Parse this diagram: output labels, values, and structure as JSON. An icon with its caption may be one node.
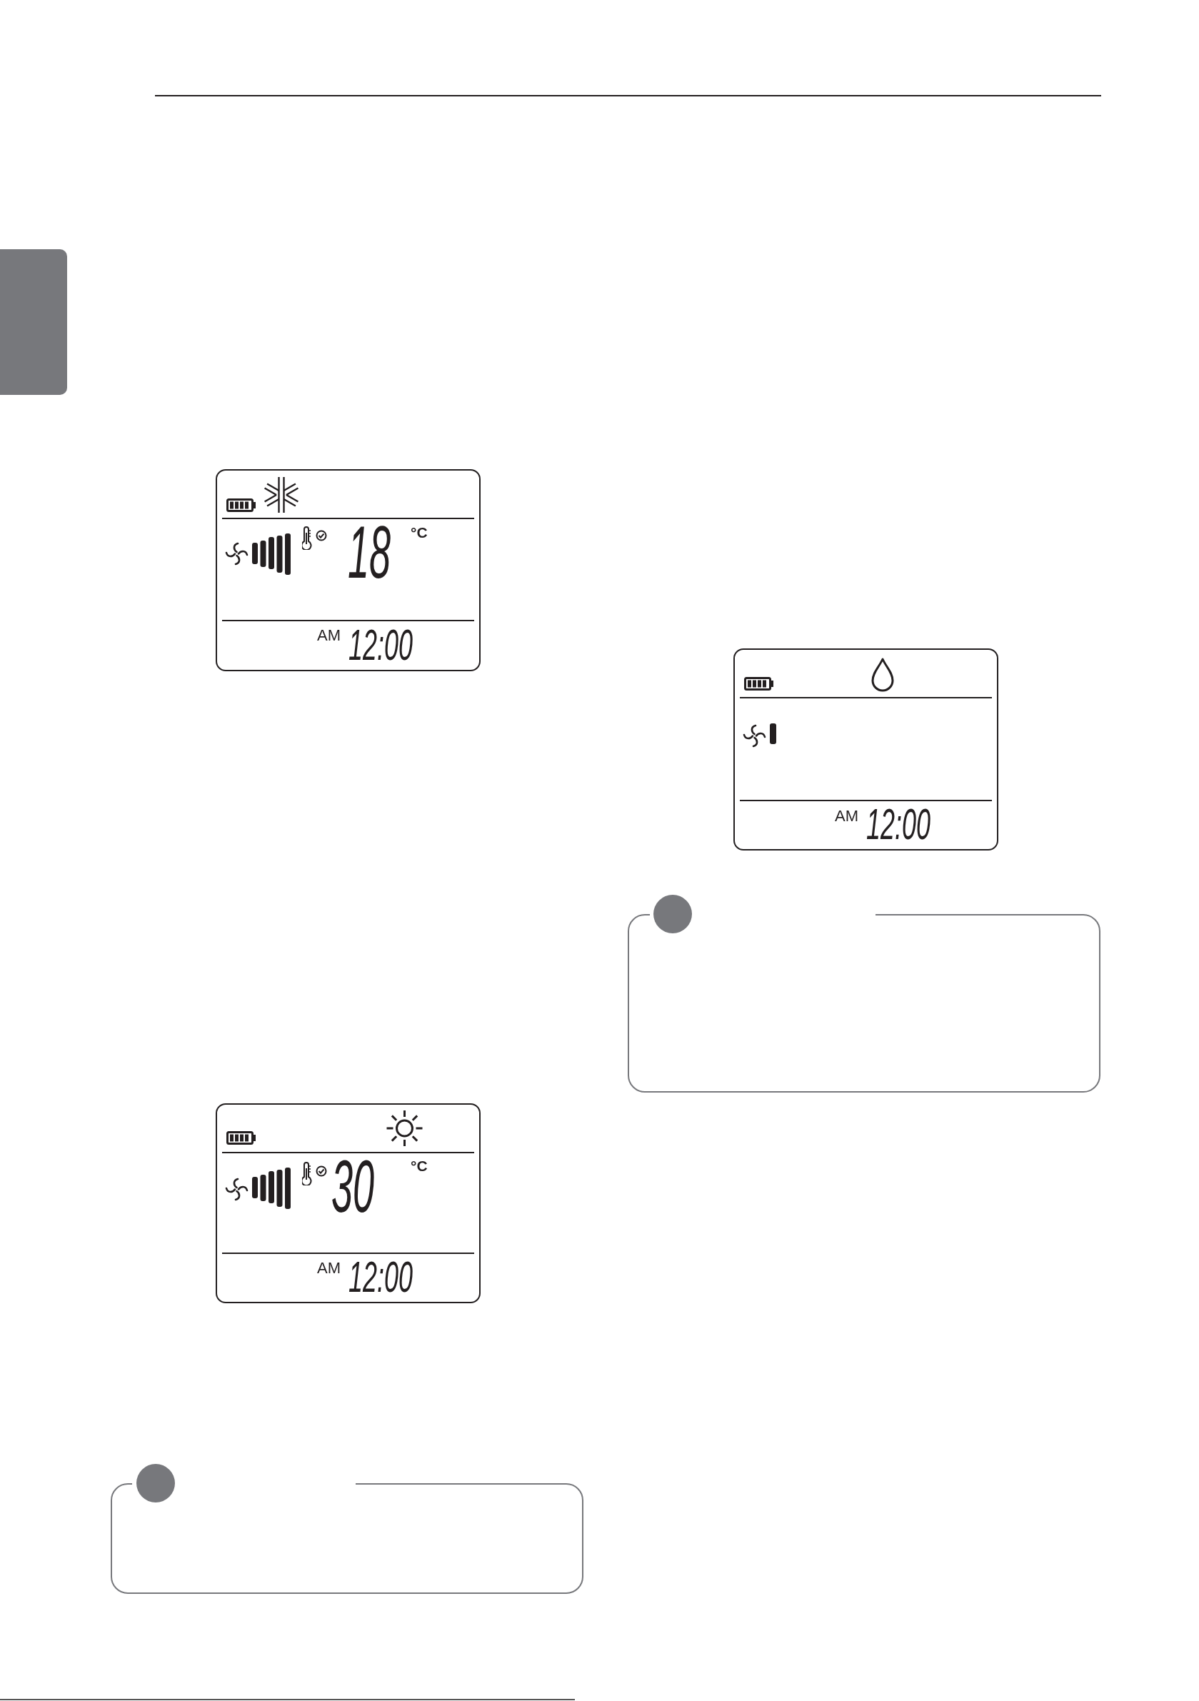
{
  "diagram": {
    "nodes": [
      {
        "text": [],
        "shape": "bar"
      },
      {
        "text": [
          "18",
          "°C",
          "AM",
          "12:00"
        ]
      },
      {
        "text": [
          "30",
          "°C",
          "AM",
          "12:00"
        ]
      },
      {
        "text": [],
        "shape": "box"
      },
      {
        "text": [
          "AM",
          "12:00"
        ]
      },
      {
        "text": [],
        "shape": "box"
      }
    ]
  }
}
